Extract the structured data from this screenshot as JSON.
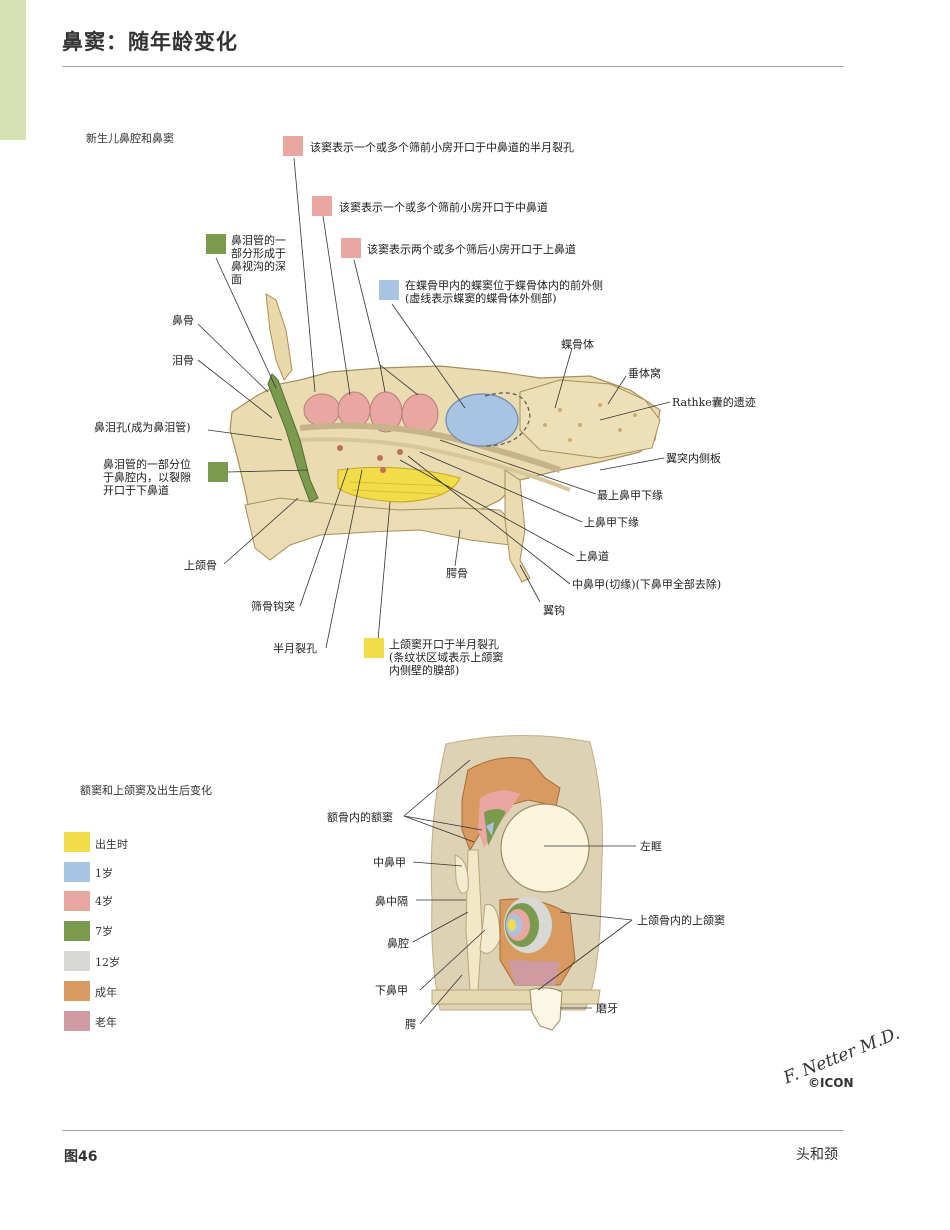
{
  "page": {
    "title": "鼻窦：随年龄变化",
    "figure_number": "图46",
    "section": "头和颈",
    "signature": "F. Netter M.D.",
    "publisher": "©ICON"
  },
  "colors": {
    "pink": "#e9a7a2",
    "green": "#7a9a4e",
    "blue": "#a9c3e3",
    "yellow": "#f2dc4a",
    "grey": "#d8d8d4",
    "orange": "#d89a5f",
    "mauve": "#cf9aa2",
    "bone": "#e8d6a4",
    "tab": "#d6e2b4"
  },
  "top_diagram": {
    "title": "新生儿鼻腔和鼻窦",
    "labels": {
      "semilunar_hiatus_ethmoid": "该窦表示一个或多个筛前小房开口于中鼻道的半月裂孔",
      "ethmoid_middle_meatus": "该窦表示一个或多个筛前小房开口于中鼻道",
      "ethmoid_superior_meatus": "该窦表示两个或多个筛后小房开口于上鼻道",
      "sphenoid_sinus_1": "在蝶骨甲内的蝶窦位于蝶骨体内的前外侧",
      "sphenoid_sinus_2": "(虚线表示蝶窦的蝶骨体外侧部)",
      "nasolacrimal_groove_1": "鼻泪管的一",
      "nasolacrimal_groove_2": "部分形成于",
      "nasolacrimal_groove_3": "鼻视沟的深",
      "nasolacrimal_groove_4": "面",
      "nasal_bone": "鼻骨",
      "lacrimal_bone": "泪骨",
      "nasolacrimal_foramen": "鼻泪孔(成为鼻泪管)",
      "nasolacrimal_inside_1": "鼻泪管的一部分位",
      "nasolacrimal_inside_2": "于鼻腔内，以裂隙",
      "nasolacrimal_inside_3": "开口于下鼻道",
      "maxilla": "上颌骨",
      "uncinate": "筛骨钩突",
      "semilunar_hiatus": "半月裂孔",
      "maxillary_opening_1": "上颌窦开口于半月裂孔",
      "maxillary_opening_2": "(条纹状区域表示上颌窦",
      "maxillary_opening_3": "内侧壁的膜部)",
      "palatine": "腭骨",
      "hamulus": "翼钩",
      "sphenoid_body": "蝶骨体",
      "hypophyseal_fossa": "垂体窝",
      "rathke": "Rathke囊的遗迹",
      "pterygoid_plate": "翼突内侧板",
      "supreme_concha": "最上鼻甲下缘",
      "superior_concha": "上鼻甲下缘",
      "superior_meatus": "上鼻道",
      "middle_concha": "中鼻甲(切缘)(下鼻甲全部去除)"
    }
  },
  "bottom_diagram": {
    "title": "额窦和上颌窦及出生后变化",
    "legend": [
      {
        "label": "出生时",
        "color": "#f2dc4a"
      },
      {
        "label": "1岁",
        "color": "#a9c3e3"
      },
      {
        "label": "4岁",
        "color": "#e9a7a2"
      },
      {
        "label": "7岁",
        "color": "#7a9a4e"
      },
      {
        "label": "12岁",
        "color": "#d8d8d4"
      },
      {
        "label": "成年",
        "color": "#d89a5f"
      },
      {
        "label": "老年",
        "color": "#cf9aa2"
      }
    ],
    "labels": {
      "frontal_sinus": "额骨内的额窦",
      "middle_concha": "中鼻甲",
      "septum": "鼻中隔",
      "nasal_cavity": "鼻腔",
      "inferior_concha": "下鼻甲",
      "palate": "腭",
      "left_orbit": "左眶",
      "maxillary_sinus": "上颌骨内的上颌窦",
      "molar": "磨牙"
    }
  }
}
